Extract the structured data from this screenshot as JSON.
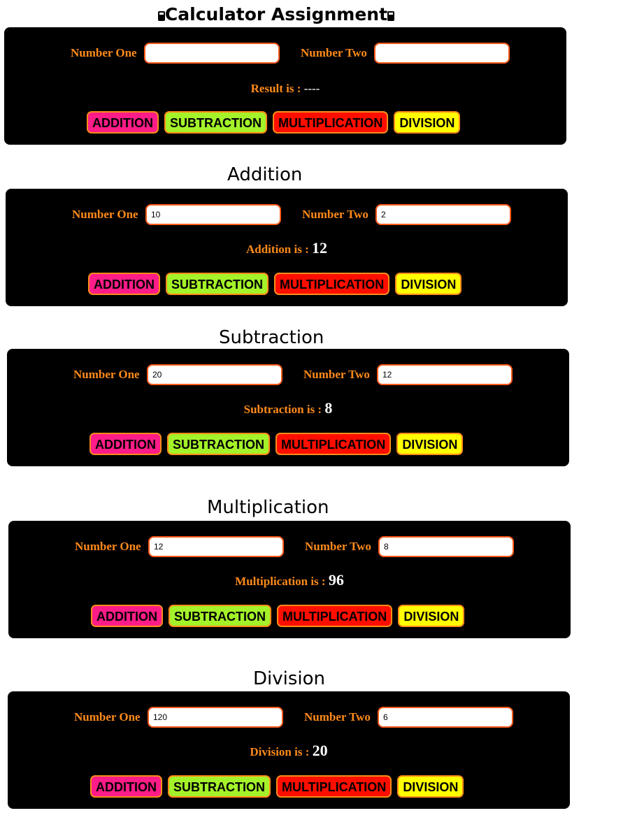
{
  "page": {
    "title": "Calculator Assignment"
  },
  "labels": {
    "number_one": "Number One",
    "number_two": "Number Two"
  },
  "buttons": {
    "addition": "ADDITION",
    "subtraction": "SUBTRACTION",
    "multiplication": "MULTIPLICATION",
    "division": "DIVISION"
  },
  "colors": {
    "panel_background": "#000000",
    "label_orange": "#ff8a1a",
    "addition_button": "#ff1c88",
    "subtraction_button": "#a4f229",
    "multiplication_button": "#ff0e00",
    "division_button": "#ffff00"
  },
  "calculators": [
    {
      "heading": "",
      "number_one": "",
      "number_two": "",
      "result_label": "Result is : ",
      "result_value": "----"
    },
    {
      "heading": "Addition",
      "number_one": "10",
      "number_two": "2",
      "result_label": "Addition is : ",
      "result_value": "12"
    },
    {
      "heading": "Subtraction",
      "number_one": "20",
      "number_two": "12",
      "result_label": "Subtraction is : ",
      "result_value": "8"
    },
    {
      "heading": "Multiplication",
      "number_one": "12",
      "number_two": "8",
      "result_label": "Multiplication is : ",
      "result_value": "96"
    },
    {
      "heading": "Division",
      "number_one": "120",
      "number_two": "6",
      "result_label": "Division is : ",
      "result_value": "20"
    }
  ]
}
